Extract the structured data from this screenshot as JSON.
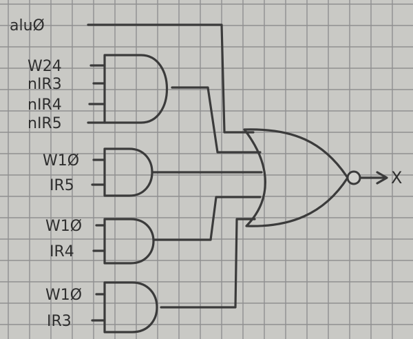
{
  "inputs": {
    "alu": "aluØ",
    "g1a": "W24",
    "g1b": "nIR3",
    "g1c": "nIR4",
    "g1d": "nIR5",
    "g2a": "W1Ø",
    "g2b": "IR5",
    "g3a": "W1Ø",
    "g3b": "IR4",
    "g4a": "W1Ø",
    "g4b": "IR3"
  },
  "output": {
    "label": "X"
  },
  "colors": {
    "paper": "#c9c9c5",
    "ink": "#3b3b3b",
    "grid": "#8f8f90"
  }
}
